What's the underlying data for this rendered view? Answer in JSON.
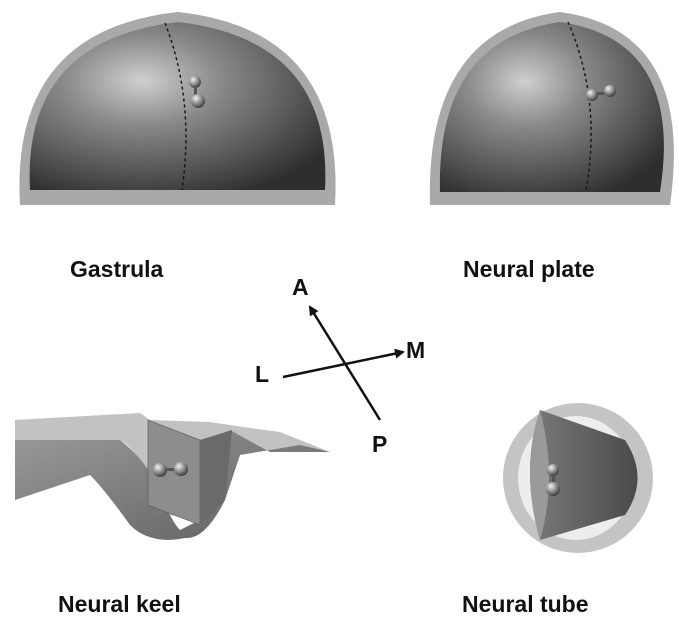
{
  "panels": {
    "gastrula": {
      "label": "Gastrula"
    },
    "neural_plate": {
      "label": "Neural plate"
    },
    "neural_keel": {
      "label": "Neural keel"
    },
    "neural_tube": {
      "label": "Neural tube"
    }
  },
  "axes": {
    "anterior": "A",
    "posterior": "P",
    "lateral": "L",
    "medial": "M"
  },
  "colors": {
    "sphere_dark": "#3a3a3a",
    "sphere_light": "#c8c8c8",
    "rim": "#a9a9a9",
    "sheet_dark": "#6b6b6b",
    "sheet_light": "#bdbdbd",
    "ink": "#111111"
  }
}
